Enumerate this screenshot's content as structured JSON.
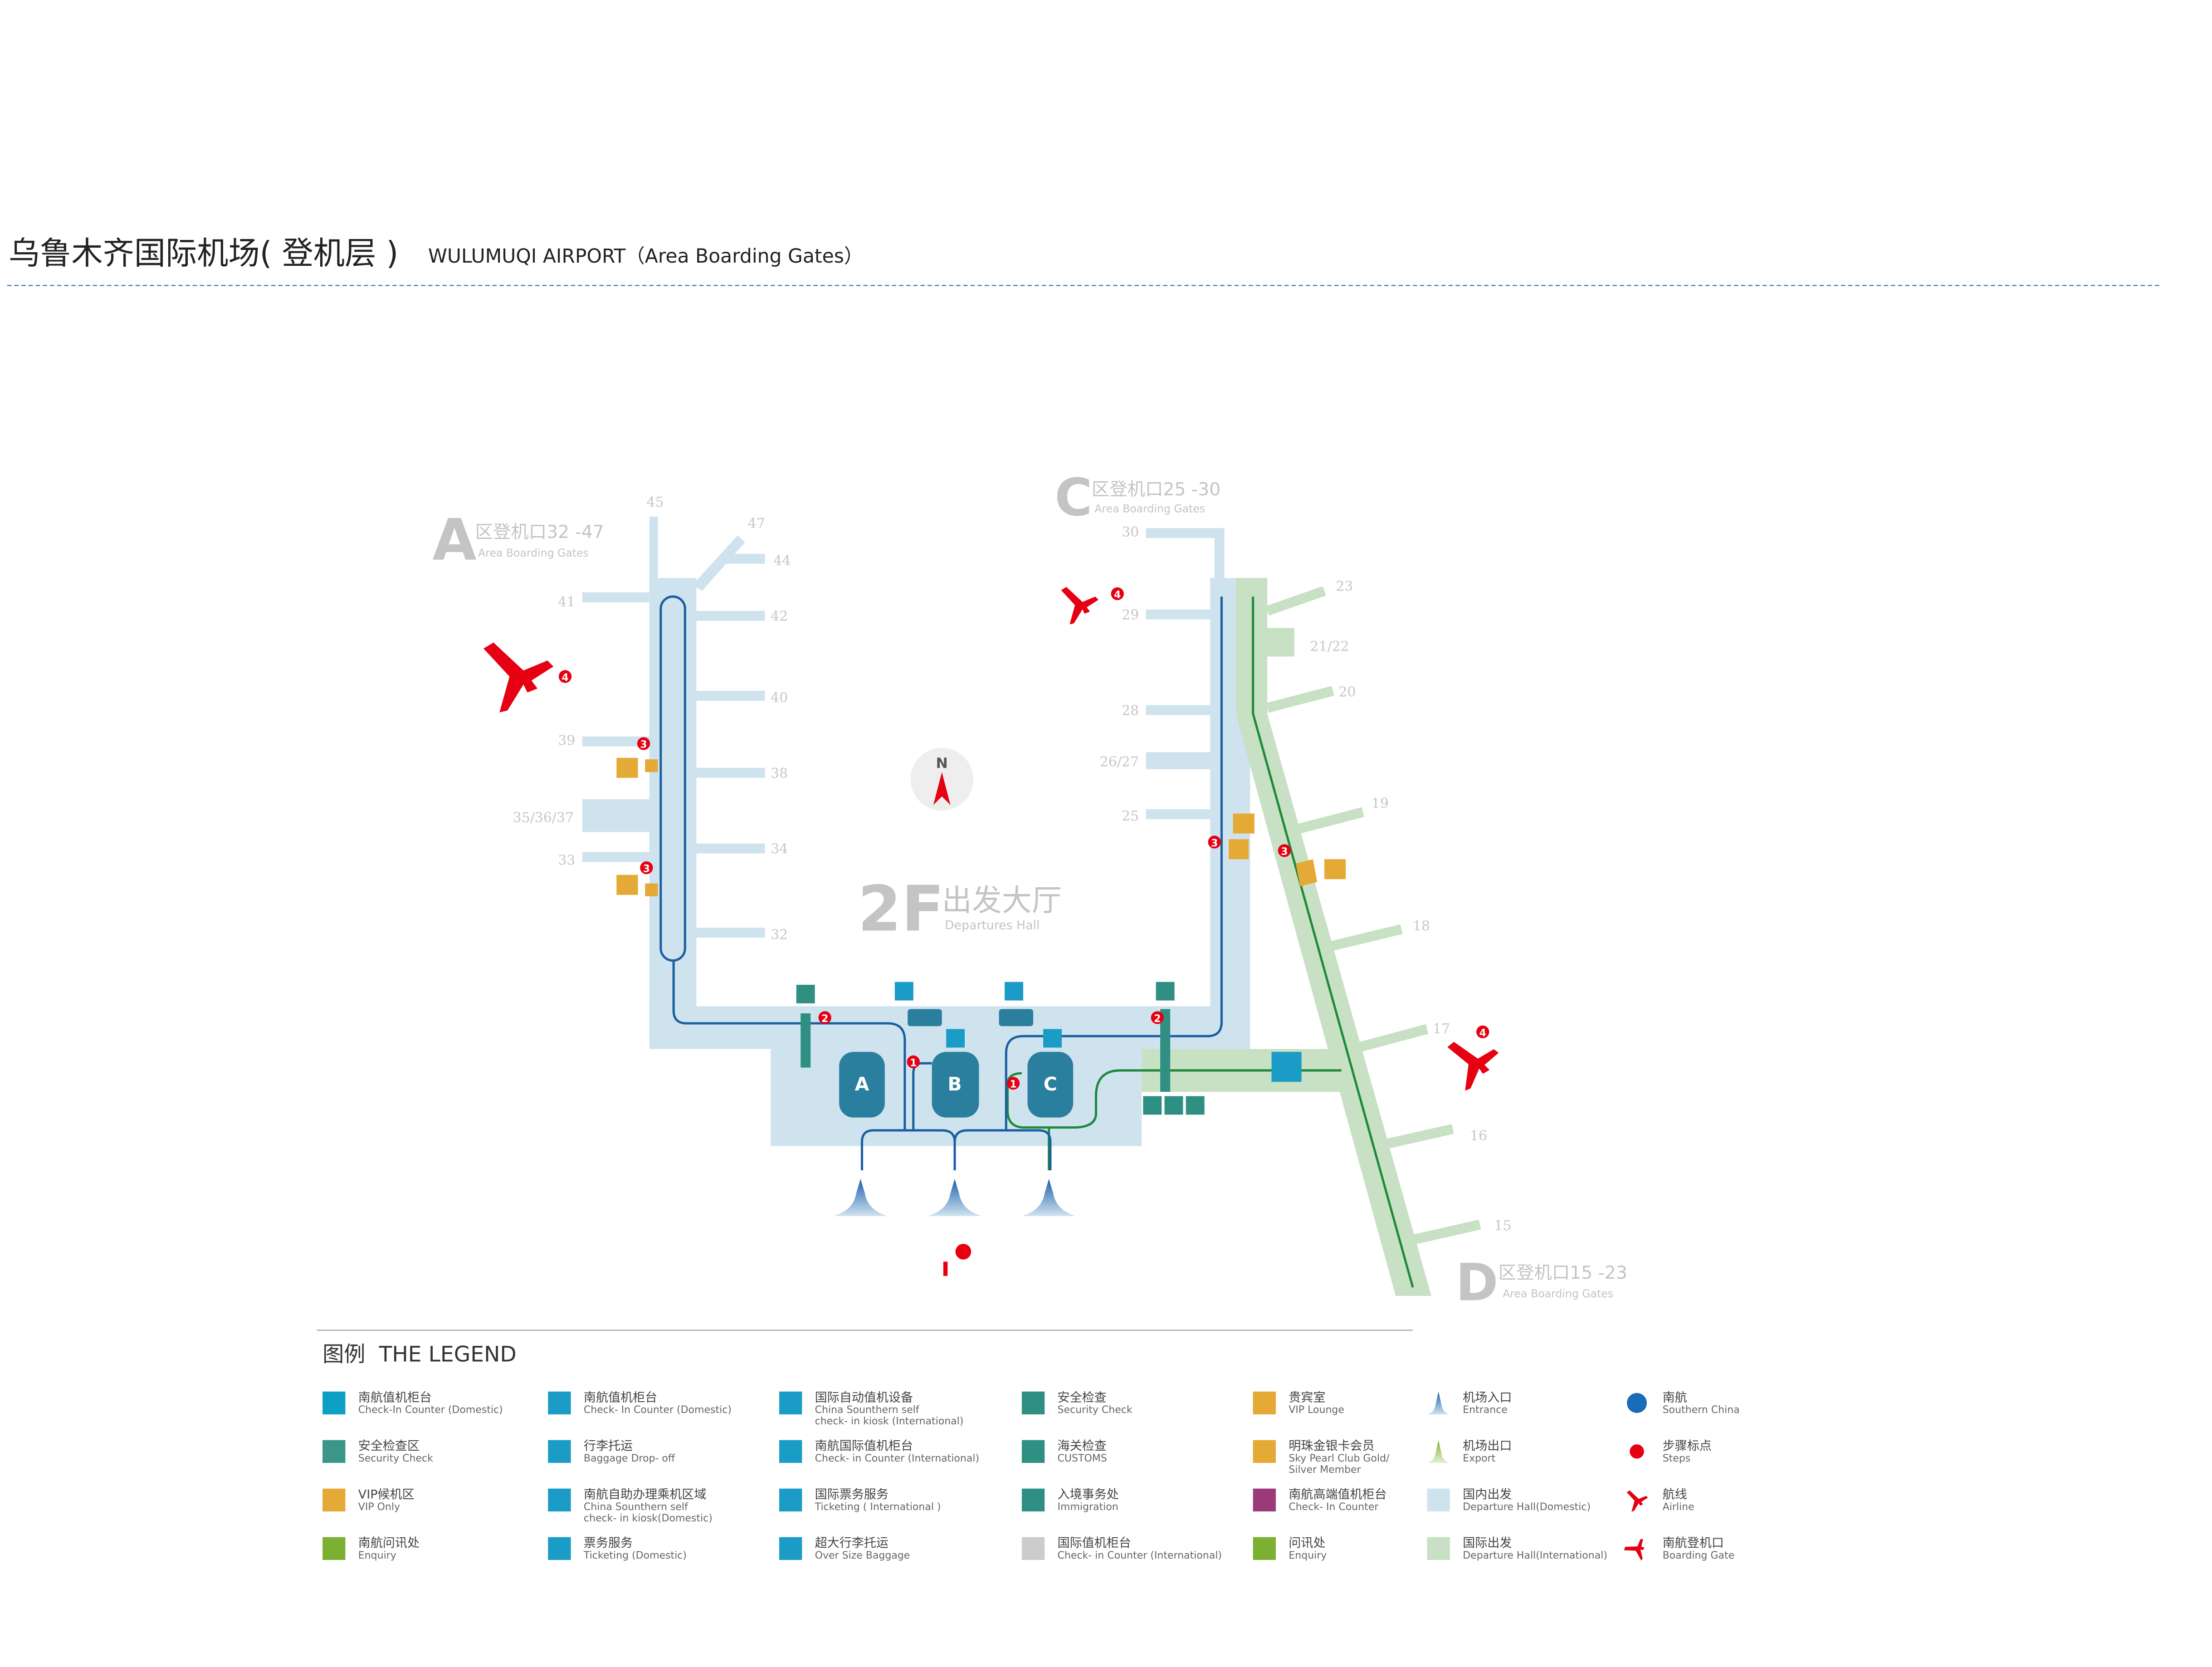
{
  "header": {
    "title_cn": "乌鲁木齐国际机场( 登机层 )",
    "title_en": "WULUMUQI AIRPORT（Area Boarding Gates）"
  },
  "map": {
    "area_a": {
      "letter": "A",
      "cn": "区登机口32 -47",
      "en": "Area Boarding Gates"
    },
    "area_c": {
      "letter": "C",
      "cn": "区登机口25 -30",
      "en": "Area Boarding Gates"
    },
    "area_d": {
      "letter": "D",
      "cn": "区登机口15 -23",
      "en": "Area Boarding Gates"
    },
    "hall": {
      "floor": "2F",
      "cn": "出发大厅",
      "en": "Departures Hall"
    },
    "compass": "N",
    "gates": [
      "45",
      "47",
      "44",
      "41",
      "42",
      "40",
      "39",
      "38",
      "35/36/37",
      "34",
      "33",
      "32",
      "30",
      "29",
      "28",
      "26/27",
      "25",
      "23",
      "21/22",
      "20",
      "19",
      "18",
      "17",
      "16",
      "15"
    ],
    "kiosks": [
      "A",
      "B",
      "C"
    ],
    "steps": [
      "1",
      "2",
      "3",
      "4"
    ],
    "colors": {
      "domestic": "#cfe3ef",
      "international": "#c8e0c4",
      "route": "#1a5fa0",
      "kiosk": "#2b7f9e",
      "accent": "#e60012",
      "vip": "#e5a935"
    }
  },
  "legend": {
    "title": "图例  THE LEGEND",
    "items": [
      {
        "cn": "南航值机柜台",
        "en": [
          "Check-In Counter  (Domestic)"
        ],
        "color": "#0e9fc4",
        "icon": "swatch"
      },
      {
        "cn": "安全检查区",
        "en": [
          "Security Check"
        ],
        "color": "#3a9688",
        "icon": "swatch"
      },
      {
        "cn": "VIP候机区",
        "en": [
          "VIP Only"
        ],
        "color": "#e5a935",
        "icon": "swatch"
      },
      {
        "cn": "南航问讯处",
        "en": [
          "Enquiry"
        ],
        "color": "#7cb032",
        "icon": "swatch"
      },
      {
        "cn": "南航值机柜台",
        "en": [
          "Check- In Counter  (Domestic)"
        ],
        "color": "#1a9cc7",
        "icon": "counter-icon"
      },
      {
        "cn": "行李托运",
        "en": [
          "Baggage Drop- off"
        ],
        "color": "#1a9cc7",
        "icon": "baggage-icon"
      },
      {
        "cn": "南航自助办理乘机区域",
        "en": [
          "China Sounthern self",
          "check- in kiosk(Domestic)"
        ],
        "color": "#1a9cc7",
        "icon": "kiosk-icon"
      },
      {
        "cn": "票务服务",
        "en": [
          "Ticketing  (Domestic)"
        ],
        "color": "#1a9cc7",
        "icon": "ticket-icon"
      },
      {
        "cn": "国际自动值机设备",
        "en": [
          "China Sounthern self",
          "check- in kiosk (International)"
        ],
        "color": "#1a9cc7",
        "icon": "kiosk-icon"
      },
      {
        "cn": "南航国际值机柜台",
        "en": [
          "Check- in Counter  (International)"
        ],
        "color": "#1a9cc7",
        "icon": "counter-icon"
      },
      {
        "cn": "国际票务服务",
        "en": [
          "Ticketing ( International )"
        ],
        "color": "#1a9cc7",
        "icon": "ticket-icon"
      },
      {
        "cn": "超大行李托运",
        "en": [
          "Over Size Baggage"
        ],
        "color": "#1a9cc7",
        "icon": "oversize-baggage-icon"
      },
      {
        "cn": "安全检查",
        "en": [
          "Security Check"
        ],
        "color": "#2f8f82",
        "icon": "security-icon"
      },
      {
        "cn": "海关检查",
        "en": [
          "CUSTOMS"
        ],
        "color": "#2f8f82",
        "icon": "customs-icon"
      },
      {
        "cn": "入境事务处",
        "en": [
          "Immigration"
        ],
        "color": "#2f8f82",
        "icon": "immigration-icon"
      },
      {
        "cn": "国际值机柜台",
        "en": [
          "Check- in Counter  (International)"
        ],
        "color": "#cccccc",
        "icon": "counter-icon"
      },
      {
        "cn": "贵宾室",
        "en": [
          "VIP Lounge"
        ],
        "color": "#e5a935",
        "icon": "vip-icon"
      },
      {
        "cn": "明珠金银卡会员",
        "en": [
          "Sky Pearl Club Gold/",
          "Silver Member"
        ],
        "color": "#e5a935",
        "icon": "card-icon"
      },
      {
        "cn": "南航高端值机柜台",
        "en": [
          "Check- In Counter"
        ],
        "color": "#9b3a78",
        "icon": "card-icon"
      },
      {
        "cn": "问讯处",
        "en": [
          "Enquiry"
        ],
        "color": "#7cb032",
        "icon": "question-icon"
      },
      {
        "cn": "机场入口",
        "en": [
          "Entrance"
        ],
        "color": "#2a6fb5",
        "icon": "entrance-arrow-icon"
      },
      {
        "cn": "机场出口",
        "en": [
          "Export"
        ],
        "color": "#7cb032",
        "icon": "exit-arrow-icon"
      },
      {
        "cn": "国内出发",
        "en": [
          "Departure Hall(Domestic)"
        ],
        "color": "#cfe3ef",
        "icon": "swatch"
      },
      {
        "cn": "国际出发",
        "en": [
          "Departure Hall(International)"
        ],
        "color": "#c8e0c4",
        "icon": "swatch"
      },
      {
        "cn": "南航",
        "en": [
          "Southern China"
        ],
        "color": "#1a6bb8",
        "icon": "china-southern-icon"
      },
      {
        "cn": "步骤标点",
        "en": [
          "Steps"
        ],
        "color": "#e60012",
        "icon": "step-pin-icon"
      },
      {
        "cn": "航线",
        "en": [
          "Airline"
        ],
        "color": "#e60012",
        "icon": "airline-icon"
      },
      {
        "cn": "南航登机口",
        "en": [
          "Boarding Gate"
        ],
        "color": "#e60012",
        "icon": "boarding-gate-icon"
      }
    ]
  }
}
